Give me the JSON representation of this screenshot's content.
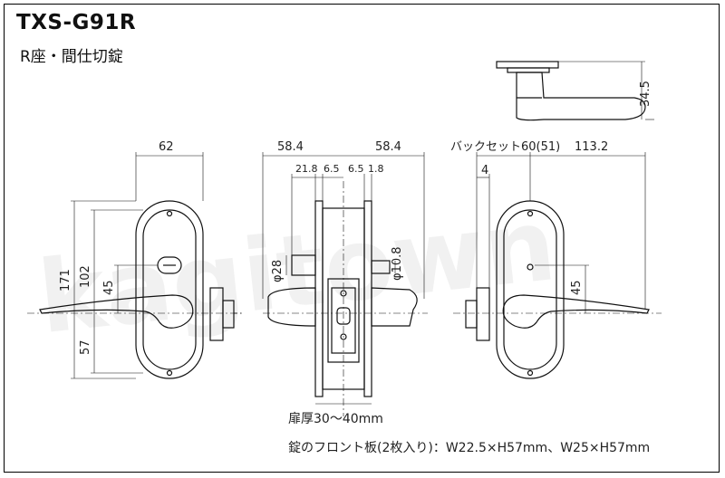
{
  "title": "TXS-G91R",
  "subtitle": "R座・間仕切錠",
  "watermark": "kagitown",
  "dimensions": {
    "side_height": "34.5",
    "left_width": "62",
    "left_171": "171",
    "left_102": "102",
    "left_45": "45",
    "left_57": "57",
    "center_left": "58.4",
    "center_right": "58.4",
    "center_218": "21.8",
    "center_65a": "6.5",
    "center_65b": "6.5",
    "center_18": "1.8",
    "dia_28": "φ28",
    "dia_108": "φ10.8",
    "backset": "バックセット60(51)",
    "right_1132": "113.2",
    "right_4": "4",
    "right_45": "45"
  },
  "door_thickness": "扉厚30〜40mm",
  "footer": "錠のフロント板(2枚入り)：W22.5×H57mm、W25×H57mm"
}
